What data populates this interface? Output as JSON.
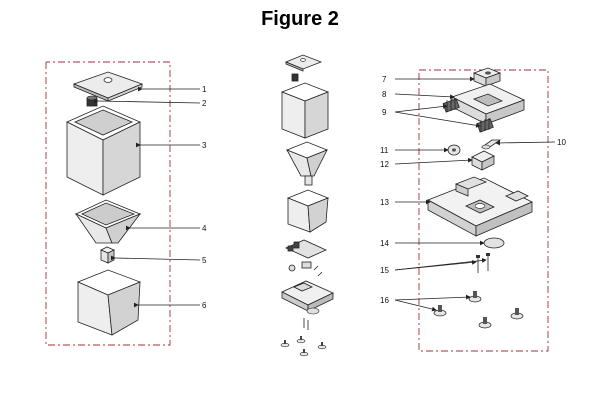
{
  "figure_title": "Figure 2",
  "callouts": [
    "1",
    "2",
    "3",
    "4",
    "5",
    "6",
    "7",
    "8",
    "9",
    "10",
    "11",
    "12",
    "13",
    "14",
    "15",
    "16"
  ]
}
